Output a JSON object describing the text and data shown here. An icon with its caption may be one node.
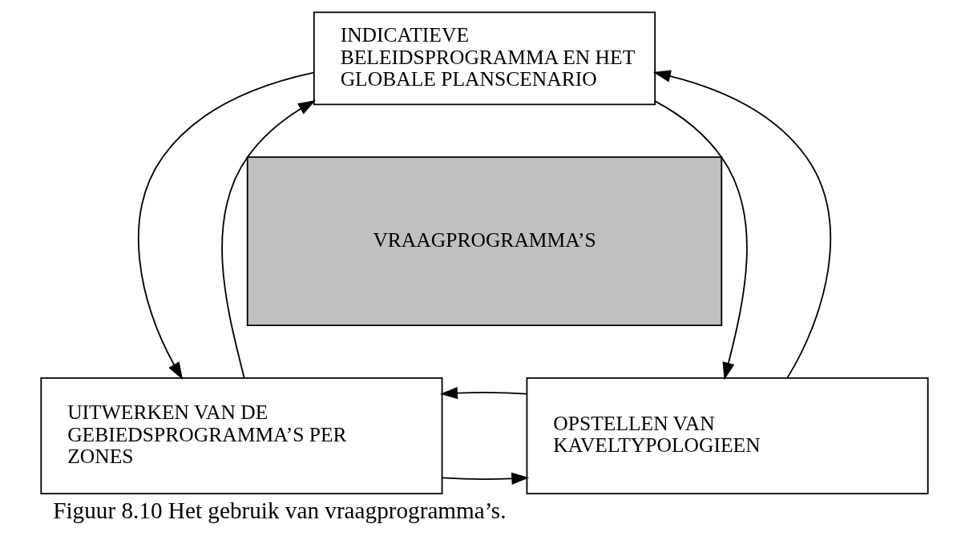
{
  "diagram": {
    "caption": "Figuur 8.10 Het gebruik van vraagprogramma’s.",
    "nodes": [
      {
        "text": [
          "INDICATIEVE BELEIDSPROGRAMMA EN HET GLOBALE PLANSCENARIO"
        ]
      },
      {
        "text": [
          "VRAAGPROGRAMMA’S"
        ]
      },
      {
        "text": [
          "UITWERKEN VAN DE GEBIEDSPROGRAMMA’S PER ZONES"
        ]
      },
      {
        "text": [
          "OPSTELLEN VAN KAVELTYPOLOGIEEN"
        ]
      }
    ],
    "edges": [
      {
        "from": 0,
        "to": 2,
        "arrow": "to"
      },
      {
        "from": 2,
        "to": 0,
        "arrow": "to"
      },
      {
        "from": 3,
        "to": 0,
        "arrow": "to"
      },
      {
        "from": 0,
        "to": 3,
        "arrow": "to"
      },
      {
        "from": 2,
        "to": 3,
        "arrow": "to"
      },
      {
        "from": 3,
        "to": 2,
        "arrow": "to"
      }
    ]
  }
}
